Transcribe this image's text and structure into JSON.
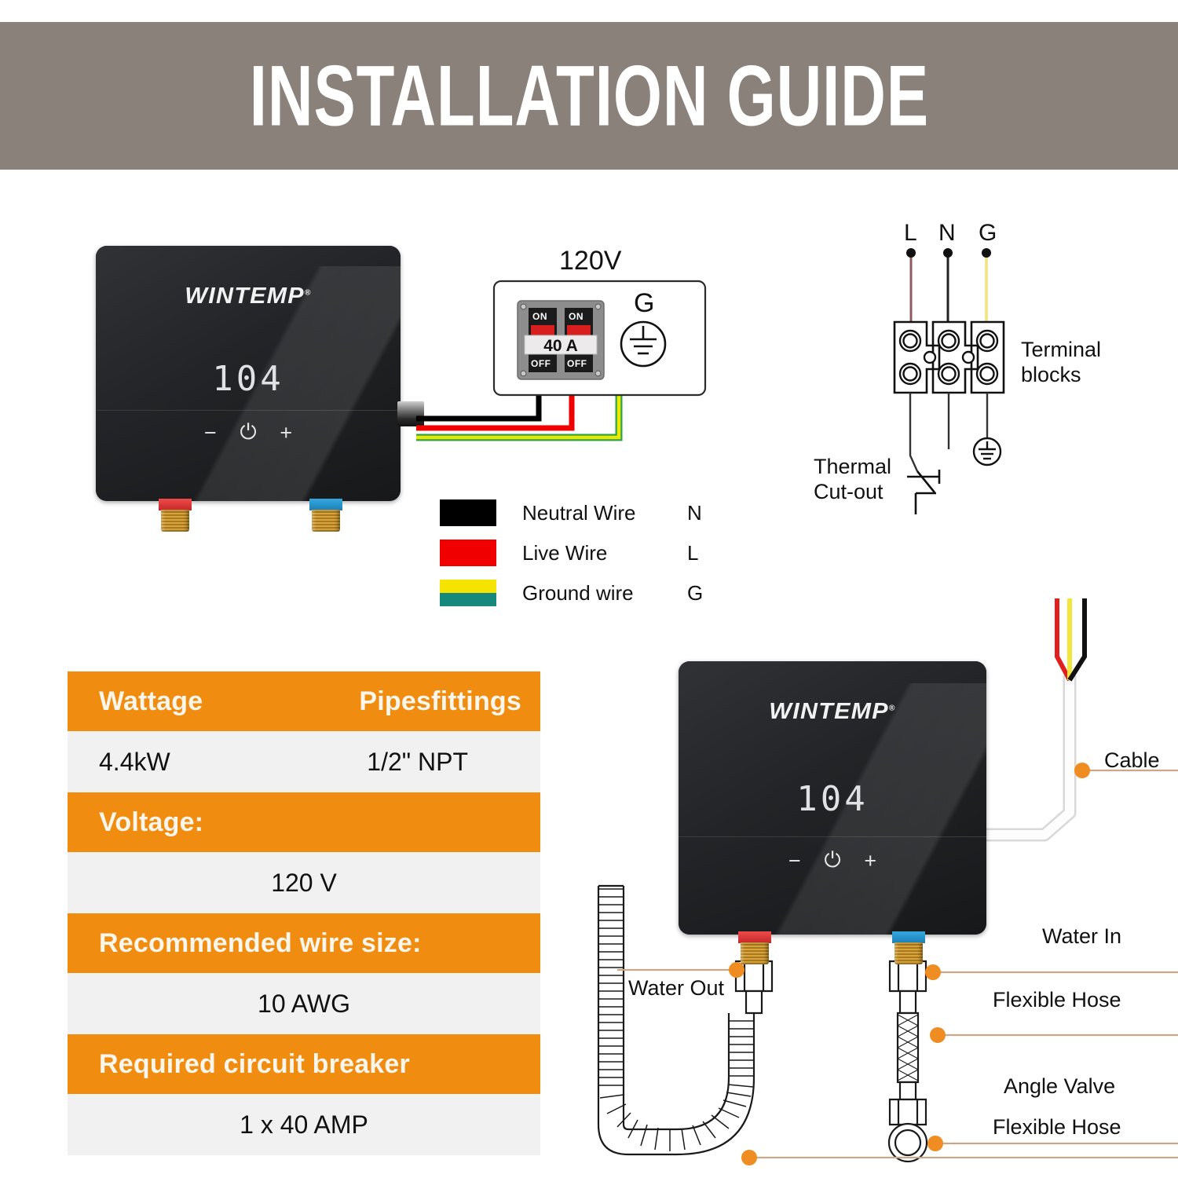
{
  "header": {
    "title": "INSTALLATION GUIDE",
    "bar_color": "#8a827a"
  },
  "device": {
    "brand": "WINTEMP",
    "display_value": "104",
    "controls": {
      "minus": "−",
      "power": "⏻",
      "plus": "+"
    }
  },
  "breaker_panel": {
    "voltage_label": "120V",
    "ground_label": "G",
    "switch_on": "ON",
    "switch_off": "OFF",
    "rating": "40 A"
  },
  "legend": {
    "rows": [
      {
        "color": "#000000",
        "label": "Neutral Wire",
        "code": "N"
      },
      {
        "color": "#f10000",
        "label": "Live Wire",
        "code": "L"
      },
      {
        "color": "#f5e400",
        "label": "Ground wire",
        "code": "G"
      }
    ]
  },
  "terminal_diagram": {
    "top_labels": {
      "l": "L",
      "n": "N",
      "g": "G"
    },
    "terminal_blocks_label_line1": "Terminal",
    "terminal_blocks_label_line2": "blocks",
    "thermal_label_line1": "Thermal",
    "thermal_label_line2": "Cut-out"
  },
  "spec_table": {
    "accent_color": "#f08c10",
    "row_color": "#f1f1f1",
    "rows": [
      {
        "type": "head2",
        "left": "Wattage",
        "right": "Pipesfittings"
      },
      {
        "type": "val2",
        "left": "4.4kW",
        "right": "1/2\" NPT"
      },
      {
        "type": "head1",
        "left": "Voltage:"
      },
      {
        "type": "val1",
        "center": "120 V"
      },
      {
        "type": "head1",
        "left": "Recommended wire size:"
      },
      {
        "type": "val1",
        "center": "10 AWG"
      },
      {
        "type": "head1",
        "left": "Required circuit breaker"
      },
      {
        "type": "val1",
        "center": "1 x 40 AMP"
      }
    ]
  },
  "callouts": {
    "cable": "Cable",
    "water_in": "Water In",
    "flexible_hose_1": "Flexible Hose",
    "angle_valve": "Angle Valve",
    "flexible_hose_2": "Flexible Hose",
    "water_out": "Water Out",
    "dot_color": "#ef8c22",
    "line_color": "#c8a888"
  }
}
